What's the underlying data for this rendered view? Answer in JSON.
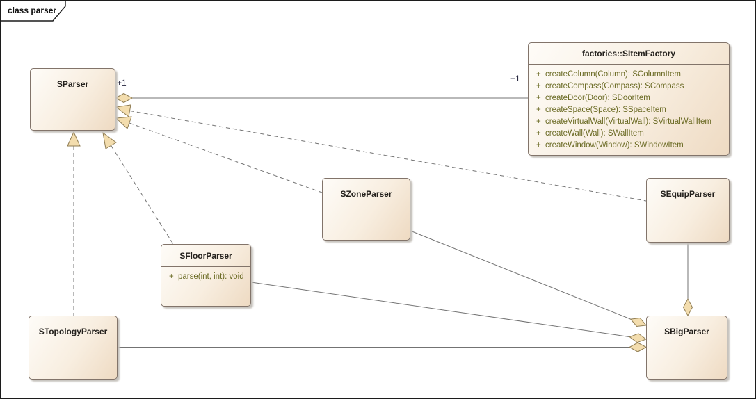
{
  "frame": {
    "label": "class parser"
  },
  "colors": {
    "box_fill_light": "#fefcf8",
    "box_fill_dark": "#eedac2",
    "box_border": "#82746a",
    "line": "#737373",
    "arrow_fill": "#f3ddae",
    "arrow_stroke": "#8f7c52",
    "title_text": "#23201c",
    "method_text": "#6a6a23",
    "multiplicity_text": "#23233c"
  },
  "classes": {
    "sparser": {
      "name": "SParser"
    },
    "sitemfactory": {
      "name": "factories::SItemFactory",
      "methods": [
        {
          "vis": "+",
          "sig": "createColumn(Column): SColumnItem"
        },
        {
          "vis": "+",
          "sig": "createCompass(Compass): SCompass"
        },
        {
          "vis": "+",
          "sig": "createDoor(Door): SDoorItem"
        },
        {
          "vis": "+",
          "sig": "createSpace(Space): SSpaceItem"
        },
        {
          "vis": "+",
          "sig": "createVirtualWall(VirtualWall): SVirtualWallItem"
        },
        {
          "vis": "+",
          "sig": "createWall(Wall): SWallItem"
        },
        {
          "vis": "+",
          "sig": "createWindow(Window): SWindowItem"
        }
      ]
    },
    "szoneparser": {
      "name": "SZoneParser"
    },
    "sequipparser": {
      "name": "SEquipParser"
    },
    "sfloorparser": {
      "name": "SFloorParser",
      "methods": [
        {
          "vis": "+",
          "sig": "parse(int, int): void"
        }
      ]
    },
    "stopologyparser": {
      "name": "STopologyParser"
    },
    "sbigparser": {
      "name": "SBigParser"
    }
  },
  "connector_labels": {
    "sparser_end": "+1",
    "factory_end": "+1"
  },
  "relationships": [
    {
      "from": "SParser",
      "to": "factories::SItemFactory",
      "type": "aggregation",
      "label_from": "+1",
      "label_to": "+1"
    },
    {
      "from": "SEquipParser",
      "to": "SParser",
      "type": "realization"
    },
    {
      "from": "SZoneParser",
      "to": "SParser",
      "type": "realization"
    },
    {
      "from": "STopologyParser",
      "to": "SParser",
      "type": "realization"
    },
    {
      "from": "SFloorParser",
      "to": "SParser",
      "type": "realization"
    },
    {
      "from": "SBigParser",
      "to": "SZoneParser",
      "type": "aggregation"
    },
    {
      "from": "SBigParser",
      "to": "SFloorParser",
      "type": "aggregation"
    },
    {
      "from": "SBigParser",
      "to": "STopologyParser",
      "type": "aggregation"
    },
    {
      "from": "SBigParser",
      "to": "SEquipParser",
      "type": "aggregation"
    }
  ]
}
